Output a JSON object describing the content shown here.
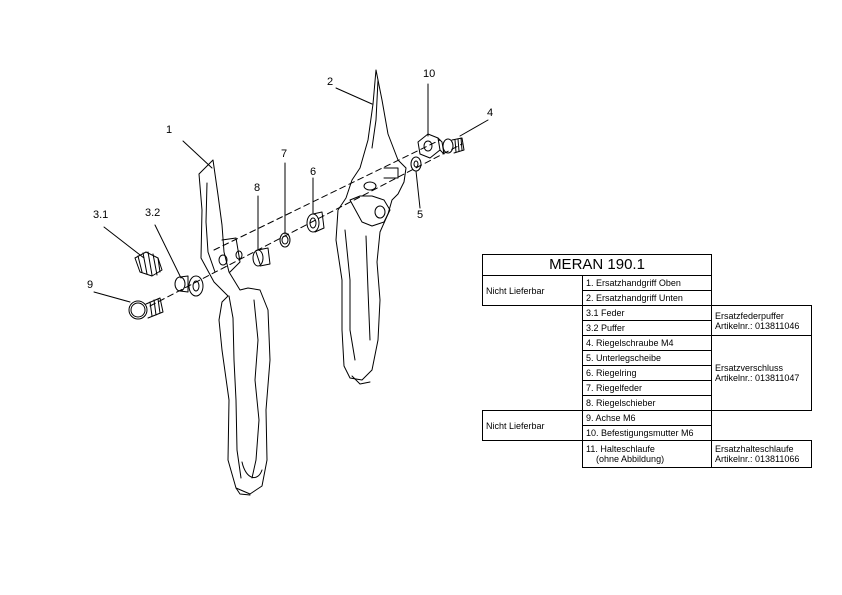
{
  "callouts": {
    "c1": "1",
    "c2": "2",
    "c31": "3.1",
    "c32": "3.2",
    "c4": "4",
    "c5": "5",
    "c6": "6",
    "c7": "7",
    "c8": "8",
    "c9": "9",
    "c10": "10"
  },
  "table": {
    "title": "MERAN 190.1",
    "group1_label": "Nicht Lieferbar",
    "group2_label": "Nicht Lieferbar",
    "rows": [
      "1.   Ersatzhandgriff Oben",
      "2.   Ersatzhandgriff Unten",
      "3.1 Feder",
      "3.2 Puffer",
      "4.   Riegelschraube M4",
      "5.   Unterlegscheibe",
      "6.   Riegelring",
      "7.   Riegelfeder",
      "8.   Riegelschieber",
      "9.   Achse M6",
      "10. Befestigungsmutter M6",
      "11. Halteschlaufe",
      "(ohne Abbildung)"
    ],
    "note_feder_1": "Ersatzfederpuffer",
    "note_feder_2": "Artikelnr.: 013811046",
    "note_verschluss_1": "Ersatzverschluss",
    "note_verschluss_2": "Artikelnr.: 013811047",
    "note_schlaufe_1": "Ersatzhalteschlaufe",
    "note_schlaufe_2": "Artikelnr.: 013811066"
  }
}
